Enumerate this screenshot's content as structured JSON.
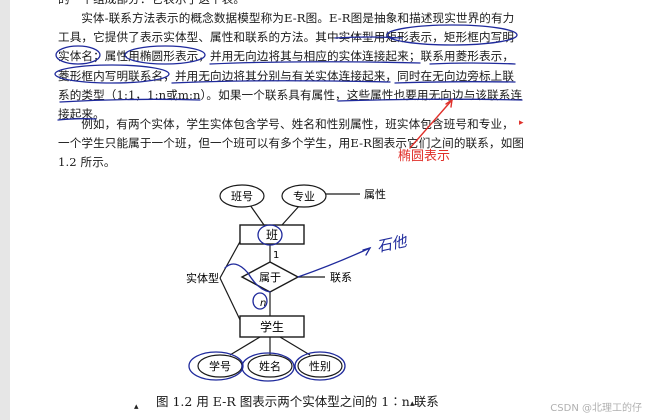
{
  "paragraphs": {
    "p0": [
      "的一个组成部分：它表示了这个表。"
    ],
    "p1": [
      "实体-联系方法表示的概念数据模型称为E-R图。E-R图是抽象和描述现实世界的有力",
      "工具，它提供了表示实体型、属性和联系的方法。其中实体型用矩形表示，矩形框内写明",
      "实体名；属性用椭圆形表示，并用无向边将其与相应的实体连接起来；联系用菱形表示，",
      "菱形框内写明联系名，并用无向边将其分别与有关实体连接起来，同时在无向边旁标上联",
      "系的类型（1:1，1:n或m:n）。如果一个联系具有属性，这些属性也要用无向边与该联系连",
      "接起来。"
    ],
    "p2": [
      "例如，有两个实体，学生实体包含学号、姓名和性别属性，班实体包含班号和专业，",
      "一个学生只能属于一个班，但一个班可以有多个学生，用E-R图表示它们之间的联系，如图",
      "1.2 所示。"
    ]
  },
  "annotations": {
    "ellipse_note": "椭圆表示",
    "handwritten_many": "石他"
  },
  "diagram": {
    "entity_top": "班",
    "entity_bottom": "学生",
    "relationship": "属于",
    "attrs_top": [
      "班号",
      "专业"
    ],
    "attrs_bottom": [
      "学号",
      "姓名",
      "性别"
    ],
    "label_attribute": "属性",
    "label_entity_type": "实体型",
    "label_relationship": "联系",
    "card_one": "1",
    "card_many": "n"
  },
  "caption": "图 1.2   用 E-R 图表示两个实体型之间的 1∶n 联系",
  "watermark": "CSDN @北理工的仔",
  "colors": {
    "ink": "#1a1a1a",
    "pen_blue": "#1f2a9c",
    "pen_red": "#e0302a"
  }
}
